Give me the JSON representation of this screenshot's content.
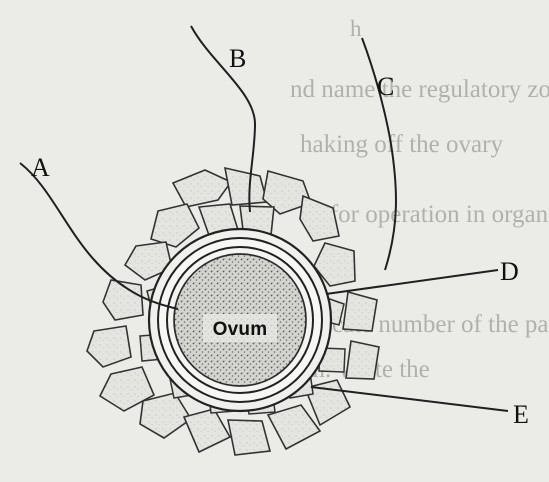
{
  "diagram": {
    "labels": {
      "a": "A",
      "b": "B",
      "c": "C",
      "d": "D",
      "e": "E",
      "center": "Ovum"
    },
    "background_text": [
      "h",
      "nd name the regulatory zone in tha",
      "haking off the ovary",
      "be for operation in organ",
      "",
      "ndicate number of the particles",
      "on. Write the",
      ""
    ]
  }
}
